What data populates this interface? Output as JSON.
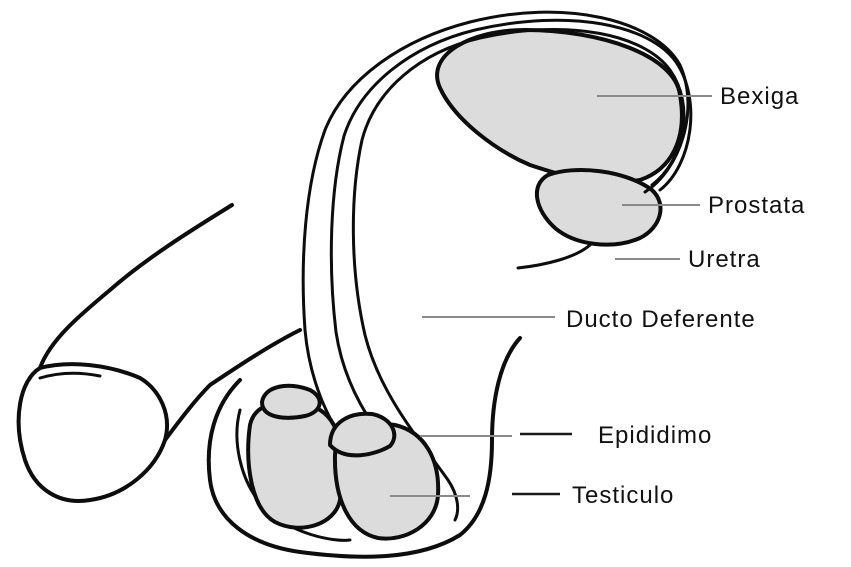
{
  "labels": {
    "bexiga": "Bexiga",
    "prostata": "Prostata",
    "uretra": "Uretra",
    "ducto_deferente": "Ducto Deferente",
    "epididimo": "Epididimo",
    "testiculo": "Testiculo"
  },
  "colors": {
    "ink": "#0d0d0d",
    "organ_fill": "#dcdcdc",
    "leader": "#8a8a8a"
  }
}
